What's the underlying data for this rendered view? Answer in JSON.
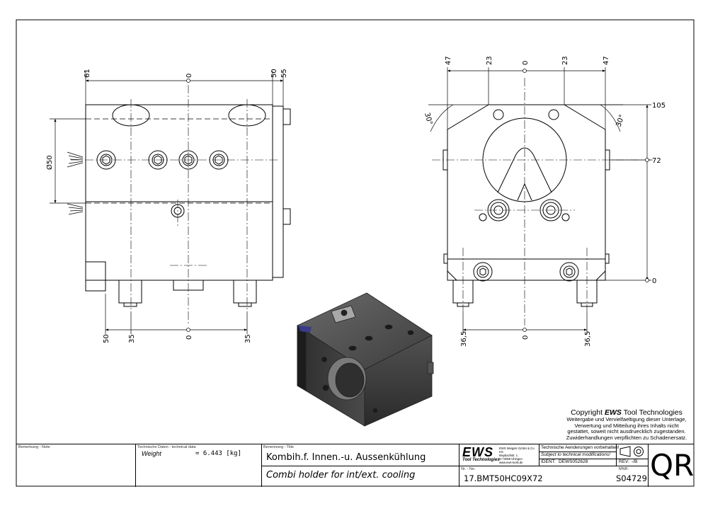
{
  "dimensions": {
    "front_top": {
      "d61": "61",
      "d0": "0",
      "d50": "50",
      "d55": "55"
    },
    "front_left": {
      "dia50": "Ø50"
    },
    "front_bottom": {
      "d50": "50",
      "d35a": "35",
      "d0": "0",
      "d35b": "35"
    },
    "side_top": {
      "d47a": "47",
      "d23a": "23",
      "d0": "0",
      "d23b": "23",
      "d47b": "47"
    },
    "side_right": {
      "d105": "105",
      "d72": "72",
      "d0": "0"
    },
    "side_bottom": {
      "d36a": "36,5",
      "d0": "0",
      "d36b": "36,5"
    },
    "angles": {
      "left": "30°",
      "right": "30°"
    }
  },
  "copyright": {
    "line1_prefix": "Copyright ",
    "brand": "EWS",
    "line1_suffix": " Tool Technologies",
    "lines": [
      "Weitergabe und Vervielfaeltigung dieser Unterlage,",
      "Verwertung und Mitteilung ihres Inhalts nicht",
      "gestattet, soweit nicht ausdruecklich zugestanden.",
      "Zuwiderhandlungen verpflichten zu Schadenersatz."
    ]
  },
  "title_block": {
    "remark_label": "Bemerkung - Note",
    "tech_label": "Technische Daten - technical data",
    "weight_label": "Weight",
    "weight_value": "= 6.443 [kg]",
    "designation_label": "Benennung - Title",
    "title_de": "Kombih.f. Innen.-u. Aussenkühlung",
    "title_en": "Combi holder for int/ext. cooling",
    "logo_text": "EWS",
    "logo_sub": "Tool Technologies",
    "company_lines": [
      "EWS Weigele GmbH & Co. KG",
      "Maybachstr. 1",
      "D-73066 Uhingen",
      "www.ews-tools.de"
    ],
    "notice_de": "Technische Aenderungen vorbehalten!",
    "notice_en": "Subject to technical modifications!",
    "ident_label": "IDENT:",
    "ident_value": "DEWS052628",
    "rev_label": "REV:",
    "rev_value": "-/B",
    "number_label": "Nr. - No.",
    "number_value": "17.BMT50HC09X72",
    "mnr_label": "MNR:",
    "mnr_value": "S04729",
    "qr_text": "QR"
  }
}
